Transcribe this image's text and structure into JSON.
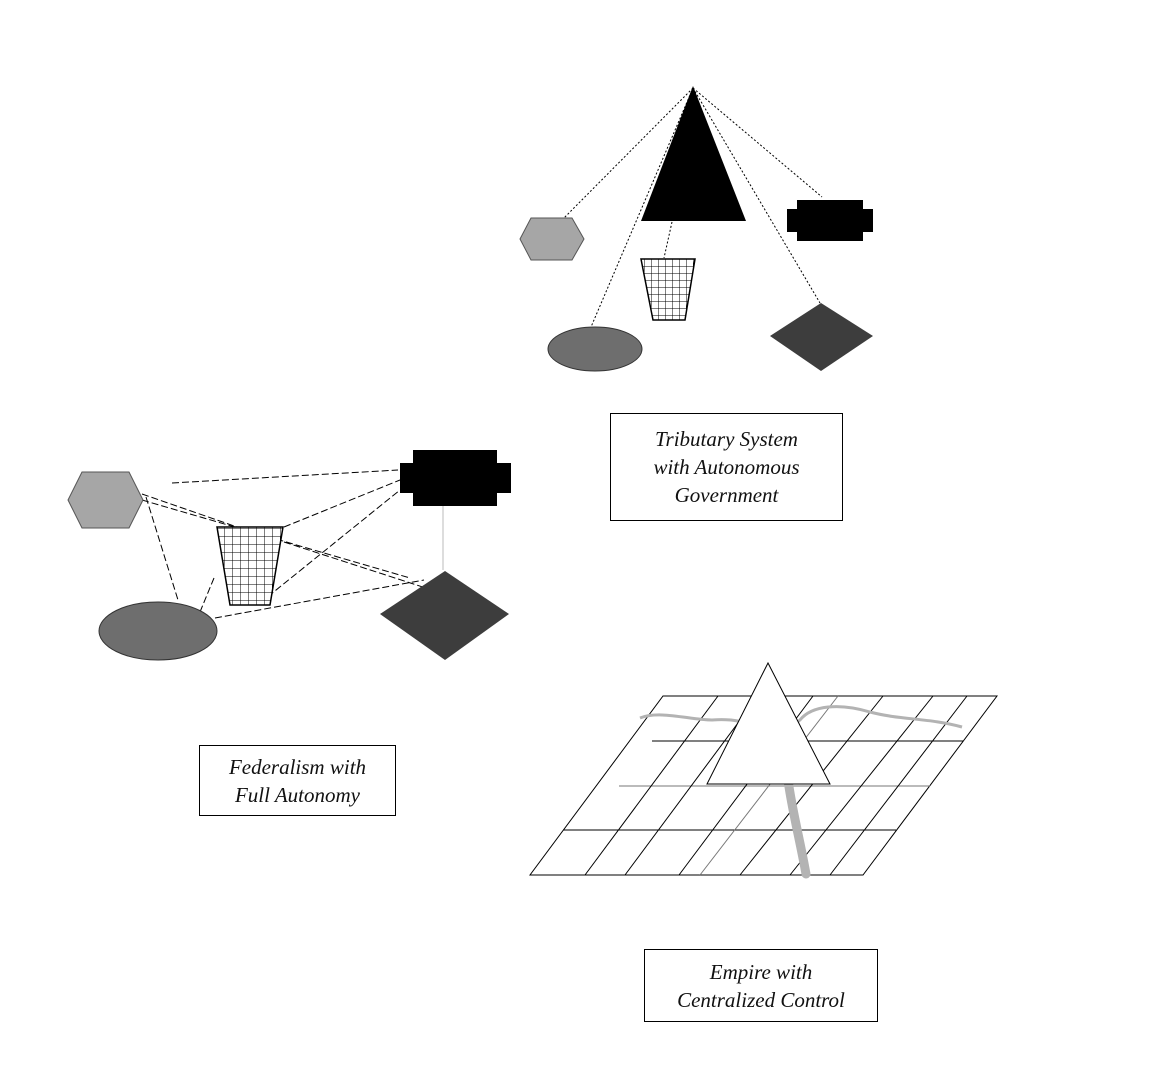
{
  "labels": {
    "tributary": {
      "line1": "Tributary System",
      "line2": "with Autonomous",
      "line3": "Government"
    },
    "federalism": {
      "line1": "Federalism with",
      "line2": "Full Autonomy"
    },
    "empire": {
      "line1": "Empire with",
      "line2": "Centralized Control"
    }
  },
  "colors": {
    "background": "#ffffff",
    "black": "#000000",
    "light_gray": "#a6a6a6",
    "medium_gray": "#6e6e6e",
    "dark_gray": "#3d3d3d",
    "path_gray": "#b3b3b3"
  }
}
